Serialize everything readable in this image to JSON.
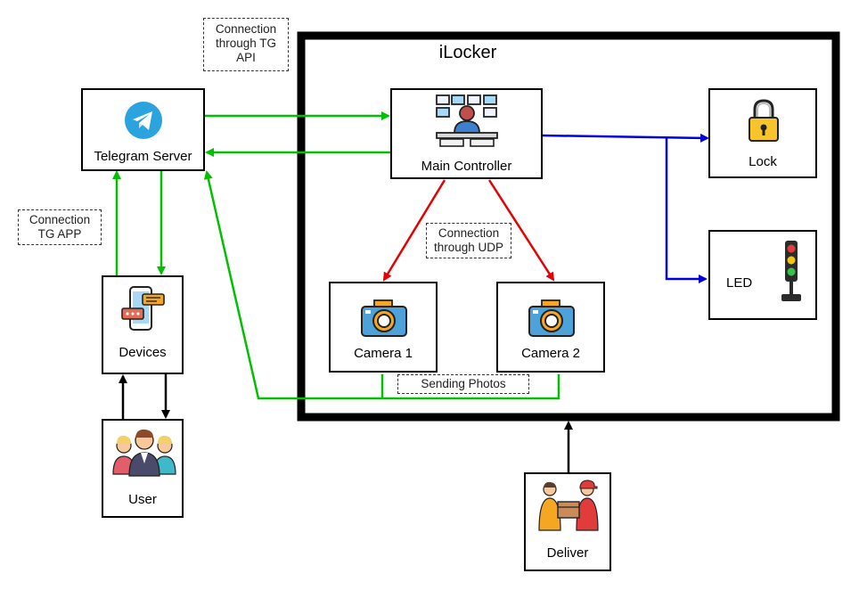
{
  "system": {
    "title": "iLocker"
  },
  "nodes": {
    "telegram_server": "Telegram Server",
    "main_controller": "Main Controller",
    "lock": "Lock",
    "led": "LED",
    "camera1": "Camera 1",
    "camera2": "Camera 2",
    "devices": "Devices",
    "user": "User",
    "deliver": "Deliver"
  },
  "notes": {
    "tg_api": "Connection\nthrough TG\nAPI",
    "tg_app": "Connection\nTG APP",
    "udp": "Connection\nthrough UDP",
    "photos": "Sending Photos"
  },
  "colors": {
    "green": "#00c000",
    "red": "#e60000",
    "blue": "#0000dd",
    "black": "#000000"
  },
  "icons": {
    "telegram": "telegram-icon",
    "controller": "operator-desk-icon",
    "lock": "padlock-icon",
    "led": "traffic-light-icon",
    "camera": "camera-icon",
    "devices": "smartphone-chat-icon",
    "user": "user-group-icon",
    "deliver": "delivery-handover-icon"
  }
}
